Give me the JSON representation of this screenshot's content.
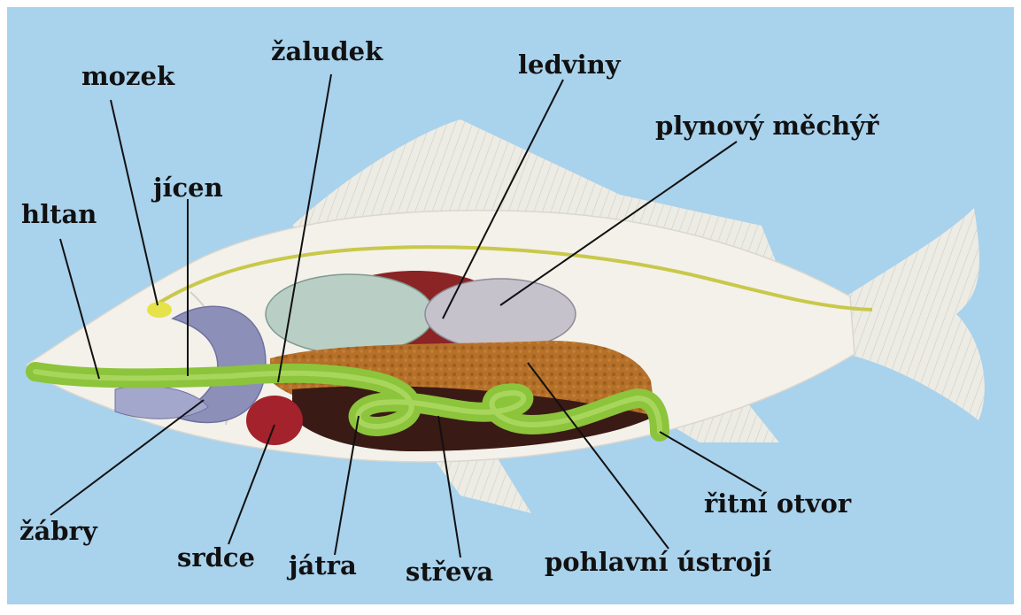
{
  "diagram": {
    "labels": {
      "mozek": "mozek",
      "zaludek": "žaludek",
      "ledviny": "ledviny",
      "plynovy_mechyr": "plynový měchýř",
      "jicen": "jícen",
      "hltan": "hltan",
      "zabry": "žábry",
      "srdce": "srdce",
      "jatra": "játra",
      "streva": "střeva",
      "pohlavni_ustroji": "pohlavní ústrojí",
      "ritni_otvor": "řitní otvor"
    }
  },
  "colors": {
    "background": "#a9d2ec",
    "fish_body": "#f3f1ea",
    "fin": "#ecebe4",
    "intestine": "#8cc43c",
    "swim_bladder": "#b9cfc6",
    "kidney": "#8b2424",
    "liver": "#b5702a",
    "gills": "#8c8fb8",
    "heart": "#a3222c",
    "nerve": "#c9c84a"
  }
}
